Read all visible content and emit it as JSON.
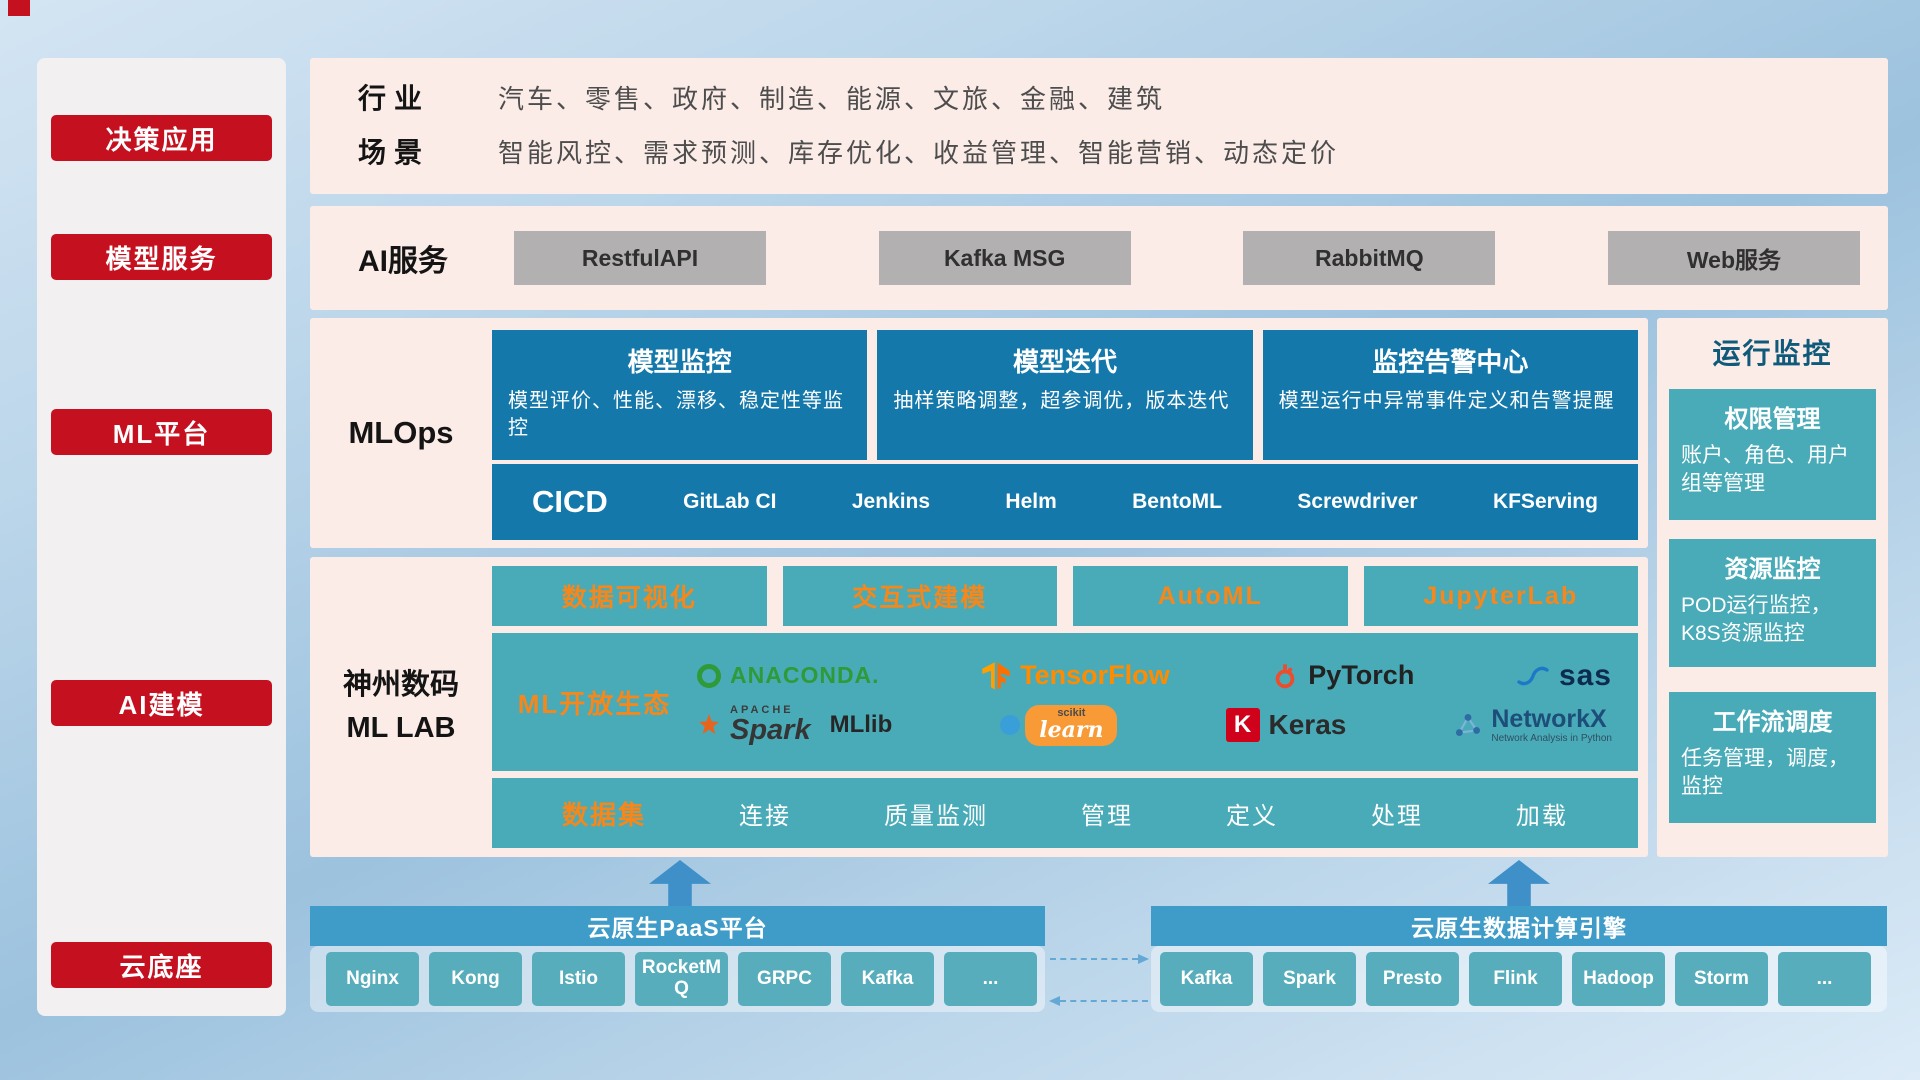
{
  "sidebar": {
    "items": [
      {
        "label": "决策应用"
      },
      {
        "label": "模型服务"
      },
      {
        "label": "ML平台"
      },
      {
        "label": "AI建模"
      },
      {
        "label": "云底座"
      }
    ]
  },
  "solutions": {
    "industry_label": "行业",
    "industry_value": "汽车、零售、政府、制造、能源、文旅、金融、建筑",
    "scene_label": "场景",
    "scene_value": "智能风控、需求预测、库存优化、收益管理、智能营销、动态定价"
  },
  "ai_service": {
    "label": "AI服务",
    "buttons": [
      {
        "label": "RestfulAPI"
      },
      {
        "label": "Kafka MSG"
      },
      {
        "label": "RabbitMQ"
      },
      {
        "label": "Web服务"
      }
    ]
  },
  "mlops": {
    "label": "MLOps",
    "cards": [
      {
        "title": "模型监控",
        "desc": "模型评价、性能、漂移、稳定性等监控"
      },
      {
        "title": "模型迭代",
        "desc": "抽样策略调整，超参调优，版本迭代"
      },
      {
        "title": "监控告警中心",
        "desc": "模型运行中异常事件定义和告警提醒"
      }
    ],
    "cicd_label": "CICD",
    "cicd_tools": [
      {
        "label": "GitLab CI"
      },
      {
        "label": "Jenkins"
      },
      {
        "label": "Helm"
      },
      {
        "label": "BentoML"
      },
      {
        "label": "Screwdriver"
      },
      {
        "label": "KFServing"
      }
    ]
  },
  "monitoring": {
    "title": "运行监控",
    "cards": [
      {
        "title": "权限管理",
        "desc": "账户、角色、用户组等管理"
      },
      {
        "title": "资源监控",
        "desc": "POD运行监控，K8S资源监控"
      },
      {
        "title": "工作流调度",
        "desc": "任务管理，调度，监控"
      }
    ]
  },
  "mllab": {
    "label_line1": "神州数码",
    "label_line2": "ML LAB",
    "tabs": [
      {
        "label": "数据可视化"
      },
      {
        "label": "交互式建模"
      },
      {
        "label": "AutoML"
      },
      {
        "label": "JupyterLab"
      }
    ],
    "ecosystem_label": "ML开放生态",
    "logos_row1": [
      {
        "text": "ANACONDA."
      },
      {
        "text": "TensorFlow"
      },
      {
        "text": "PyTorch"
      },
      {
        "text": "sas"
      }
    ],
    "logos_row2": [
      {
        "super": "APACHE",
        "text": "Spark",
        "suffix": "MLlib"
      },
      {
        "super": "scikit",
        "text": "learn"
      },
      {
        "badge": "K",
        "text": "Keras"
      },
      {
        "text": "NetworkX",
        "sub": "Network Analysis in Python"
      }
    ],
    "dataset_label": "数据集",
    "dataset_items": [
      {
        "label": "连接"
      },
      {
        "label": "质量监测"
      },
      {
        "label": "管理"
      },
      {
        "label": "定义"
      },
      {
        "label": "处理"
      },
      {
        "label": "加载"
      }
    ]
  },
  "cloud": {
    "paas_title": "云原生PaaS平台",
    "paas_buttons": [
      {
        "label": "Nginx"
      },
      {
        "label": "Kong"
      },
      {
        "label": "Istio"
      },
      {
        "label": "RocketMQ"
      },
      {
        "label": "GRPC"
      },
      {
        "label": "Kafka"
      },
      {
        "label": "..."
      }
    ],
    "engine_title": "云原生数据计算引擎",
    "engine_buttons": [
      {
        "label": "Kafka"
      },
      {
        "label": "Spark"
      },
      {
        "label": "Presto"
      },
      {
        "label": "Flink"
      },
      {
        "label": "Hadoop"
      },
      {
        "label": "Storm"
      },
      {
        "label": "..."
      }
    ]
  },
  "colors": {
    "accent_red": "#c5101f",
    "panel_pink": "#fcece7",
    "deep_blue": "#1478aa",
    "teal": "#49abb8",
    "orange": "#f5871b",
    "header_blue": "#3f9cc8"
  }
}
